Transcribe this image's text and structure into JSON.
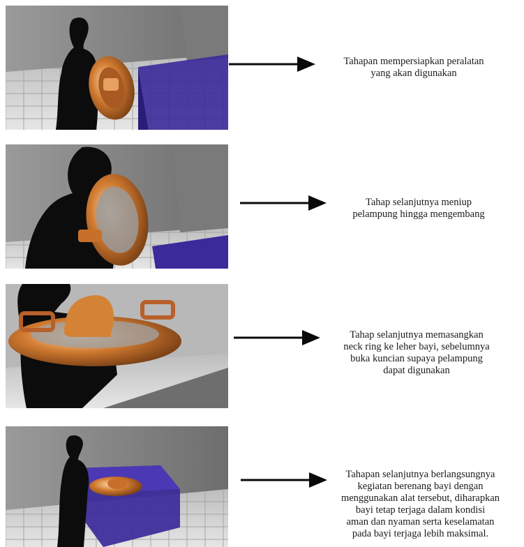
{
  "steps": [
    {
      "lines": [
        "Tahapan  mempersiapkan peralatan",
        "yang akan digunakan"
      ]
    },
    {
      "lines": [
        "Tahap selanjutnya meniup",
        "pelampung hingga mengembang"
      ]
    },
    {
      "lines": [
        "Tahap selanjutnya memasangkan",
        "neck ring ke leher bayi, sebelumnya",
        "buka kuncian supaya pelampung",
        "dapat digunakan"
      ]
    },
    {
      "lines": [
        "Tahapan selanjutnya berlangsungnya",
        "kegiatan berenang bayi dengan",
        "menggunakan alat tersebut, diharapkan",
        "bayi tetap terjaga dalam kondisi",
        "aman dan nyaman serta keselamatan",
        "pada bayi terjaga lebih maksimal."
      ]
    }
  ],
  "colors": {
    "pool": "#3a2a9a",
    "float": "#c8702a",
    "silhouette": "#0c0c0c",
    "floor": "#d2d2d2",
    "wall": "#8a8a8a"
  }
}
